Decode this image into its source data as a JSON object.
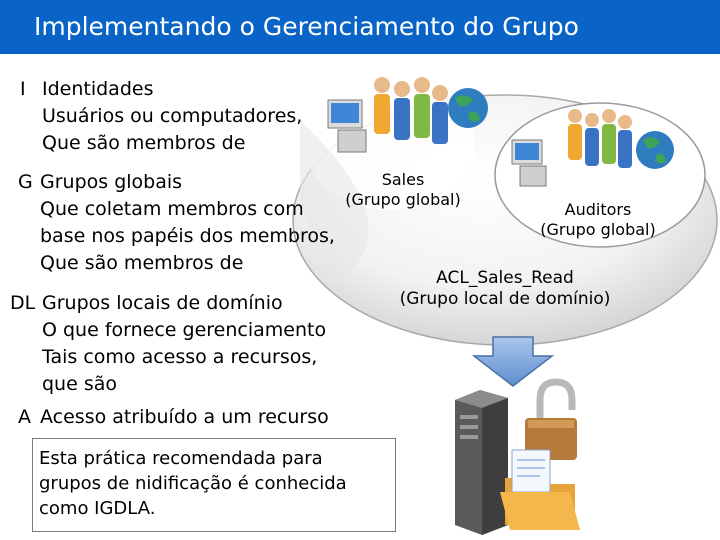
{
  "slide": {
    "title": "Implementando o Gerenciamento do Grupo"
  },
  "bullets": [
    {
      "marker": "I",
      "heading": "Identidades",
      "lines": [
        "Usuários ou computadores,",
        "Que são membros de"
      ]
    },
    {
      "marker": "G",
      "heading": "Grupos globais",
      "lines": [
        "Que coletam membros com",
        "base nos papéis dos membros,",
        "Que são membros de"
      ]
    },
    {
      "marker": "DL",
      "heading": "Grupos locais de domínio",
      "lines": [
        "O que fornece gerenciamento",
        "Tais como acesso a recursos,",
        "que são"
      ]
    },
    {
      "marker": "A",
      "heading": "Acesso atribuído a um recurso",
      "lines": []
    }
  ],
  "note": {
    "lines": [
      "Esta prática recomendada para",
      "grupos de nidificação é conhecida",
      "como IGDLA."
    ]
  },
  "diagram": {
    "sales_group": {
      "name": "Sales",
      "type": "(Grupo global)"
    },
    "auditors_group": {
      "name": "Auditors",
      "type": "(Grupo global)"
    },
    "domain_local_group": {
      "name": "ACL_Sales_Read",
      "type": "(Grupo local de domínio)"
    },
    "colors": {
      "title_bar": "#0a63c6",
      "arrow": "#7fa8de",
      "circle": "#9a9a9a"
    },
    "icons": [
      "people-group-icon",
      "computer-icon",
      "globe-icon",
      "down-arrow-icon",
      "server-icon",
      "padlock-icon",
      "folder-icon"
    ]
  }
}
